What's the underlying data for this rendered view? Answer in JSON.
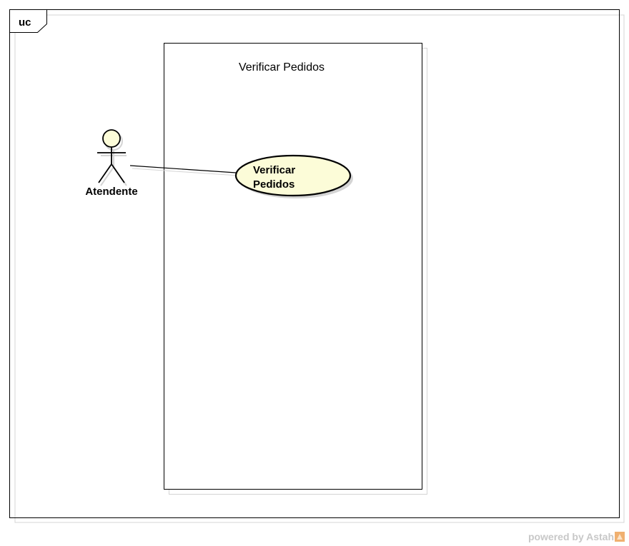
{
  "frame": {
    "label": "uc"
  },
  "system": {
    "title": "Verificar Pedidos"
  },
  "actor": {
    "name": "Atendente"
  },
  "use_case": {
    "line1": "Verificar",
    "line2": "Pedidos",
    "fill_color": "#fcfcd8"
  },
  "colors": {
    "stroke": "#000000",
    "shadow": "#d4d4d4",
    "actor_head_fill": "#fcfcd8"
  },
  "watermark": {
    "text": "powered by Astah"
  }
}
